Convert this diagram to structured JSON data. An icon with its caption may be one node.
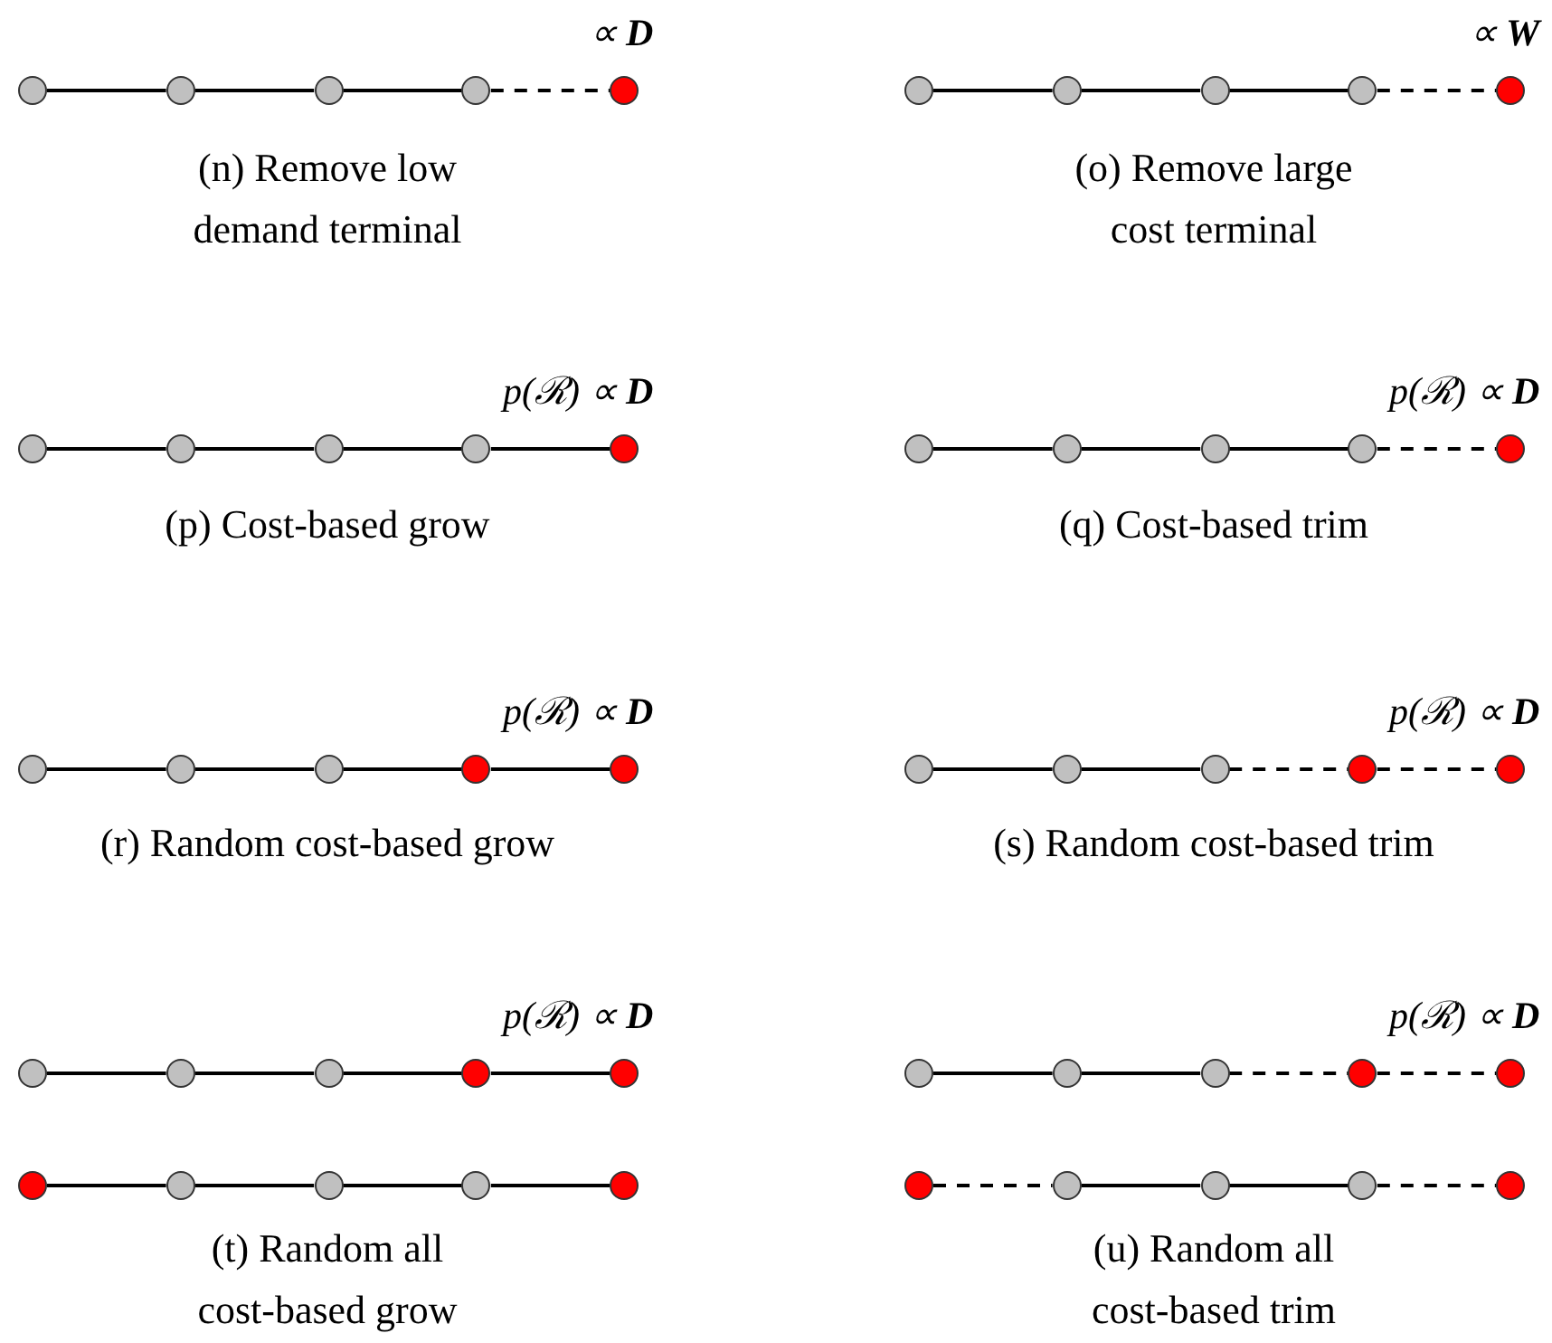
{
  "diagram": {
    "nodes": [
      {
        "text": [],
        "shape": "circle"
      },
      {
        "text": [],
        "shape": "circle"
      },
      {
        "text": [],
        "shape": "circle"
      },
      {
        "text": [],
        "shape": "circle"
      },
      {
        "text": [],
        "shape": "circle",
        "beside": [
          "∝ **D**"
        ]
      },
      {
        "text": [],
        "shape": "circle"
      },
      {
        "text": [],
        "shape": "circle"
      },
      {
        "text": [],
        "shape": "circle"
      },
      {
        "text": [],
        "shape": "circle"
      },
      {
        "text": [],
        "shape": "circle",
        "beside": [
          "∝ **W**"
        ]
      },
      {
        "text": [],
        "shape": "circle"
      },
      {
        "text": [],
        "shape": "circle"
      },
      {
        "text": [],
        "shape": "circle"
      },
      {
        "text": [],
        "shape": "circle"
      },
      {
        "text": [],
        "shape": "circle",
        "beside": [
          "p(ℛ) ∝ **D**"
        ]
      },
      {
        "text": [],
        "shape": "circle"
      },
      {
        "text": [],
        "shape": "circle"
      },
      {
        "text": [],
        "shape": "circle"
      },
      {
        "text": [],
        "shape": "circle"
      },
      {
        "text": [],
        "shape": "circle",
        "beside": [
          "p(ℛ) ∝ **D**"
        ]
      },
      {
        "text": [],
        "shape": "circle"
      },
      {
        "text": [],
        "shape": "circle"
      },
      {
        "text": [],
        "shape": "circle"
      },
      {
        "text": [],
        "shape": "circle"
      },
      {
        "text": [],
        "shape": "circle",
        "beside": [
          "p(ℛ) ∝ **D**"
        ]
      },
      {
        "text": [],
        "shape": "circle"
      },
      {
        "text": [],
        "shape": "circle"
      },
      {
        "text": [],
        "shape": "circle"
      },
      {
        "text": [],
        "shape": "circle"
      },
      {
        "text": [],
        "shape": "circle",
        "beside": [
          "p(ℛ) ∝ **D**"
        ]
      },
      {
        "text": [],
        "shape": "circle"
      },
      {
        "text": [],
        "shape": "circle"
      },
      {
        "text": [],
        "shape": "circle"
      },
      {
        "text": [],
        "shape": "circle"
      },
      {
        "text": [],
        "shape": "circle",
        "beside": [
          "p(ℛ) ∝ **D**"
        ]
      },
      {
        "text": [],
        "shape": "circle"
      },
      {
        "text": [],
        "shape": "circle"
      },
      {
        "text": [],
        "shape": "circle"
      },
      {
        "text": [],
        "shape": "circle"
      },
      {
        "text": [],
        "shape": "circle",
        "beside": [
          "p(ℛ) ∝ **D**"
        ]
      },
      {
        "text": [],
        "shape": "circle"
      },
      {
        "text": [],
        "shape": "circle"
      },
      {
        "text": [],
        "shape": "circle"
      },
      {
        "text": [],
        "shape": "circle"
      },
      {
        "text": [],
        "shape": "circle"
      },
      {
        "text": [],
        "shape": "circle"
      },
      {
        "text": [],
        "shape": "circle"
      },
      {
        "text": [],
        "shape": "circle"
      },
      {
        "text": [],
        "shape": "circle"
      },
      {
        "text": [],
        "shape": "circle"
      }
    ],
    "edges": [
      {
        "from": 0,
        "to": 1,
        "arrow": "none"
      },
      {
        "from": 1,
        "to": 2,
        "arrow": "none"
      },
      {
        "from": 2,
        "to": 3,
        "arrow": "none"
      },
      {
        "from": 3,
        "to": 4,
        "arrow": "none",
        "style": "dashed"
      },
      {
        "from": 5,
        "to": 6,
        "arrow": "none"
      },
      {
        "from": 6,
        "to": 7,
        "arrow": "none"
      },
      {
        "from": 7,
        "to": 8,
        "arrow": "none"
      },
      {
        "from": 8,
        "to": 9,
        "arrow": "none",
        "style": "dashed"
      },
      {
        "from": 10,
        "to": 11,
        "arrow": "none"
      },
      {
        "from": 11,
        "to": 12,
        "arrow": "none"
      },
      {
        "from": 12,
        "to": 13,
        "arrow": "none"
      },
      {
        "from": 13,
        "to": 14,
        "arrow": "none"
      },
      {
        "from": 15,
        "to": 16,
        "arrow": "none"
      },
      {
        "from": 16,
        "to": 17,
        "arrow": "none"
      },
      {
        "from": 17,
        "to": 18,
        "arrow": "none"
      },
      {
        "from": 18,
        "to": 19,
        "arrow": "none",
        "style": "dashed"
      },
      {
        "from": 20,
        "to": 21,
        "arrow": "none"
      },
      {
        "from": 21,
        "to": 22,
        "arrow": "none"
      },
      {
        "from": 22,
        "to": 23,
        "arrow": "none"
      },
      {
        "from": 23,
        "to": 24,
        "arrow": "none"
      },
      {
        "from": 25,
        "to": 26,
        "arrow": "none"
      },
      {
        "from": 26,
        "to": 27,
        "arrow": "none"
      },
      {
        "from": 27,
        "to": 28,
        "arrow": "none",
        "style": "dashed"
      },
      {
        "from": 28,
        "to": 29,
        "arrow": "none",
        "style": "dashed"
      },
      {
        "from": 30,
        "to": 31,
        "arrow": "none"
      },
      {
        "from": 31,
        "to": 32,
        "arrow": "none"
      },
      {
        "from": 32,
        "to": 33,
        "arrow": "none"
      },
      {
        "from": 33,
        "to": 34,
        "arrow": "none"
      },
      {
        "from": 35,
        "to": 36,
        "arrow": "none"
      },
      {
        "from": 36,
        "to": 37,
        "arrow": "none"
      },
      {
        "from": 37,
        "to": 38,
        "arrow": "none",
        "style": "dashed"
      },
      {
        "from": 38,
        "to": 39,
        "arrow": "none",
        "style": "dashed"
      },
      {
        "from": 40,
        "to": 41,
        "arrow": "none"
      },
      {
        "from": 41,
        "to": 42,
        "arrow": "none"
      },
      {
        "from": 42,
        "to": 43,
        "arrow": "none"
      },
      {
        "from": 43,
        "to": 44,
        "arrow": "none"
      },
      {
        "from": 45,
        "to": 46,
        "arrow": "none",
        "style": "dashed"
      },
      {
        "from": 46,
        "to": 47,
        "arrow": "none"
      },
      {
        "from": 47,
        "to": 48,
        "arrow": "none"
      },
      {
        "from": 48,
        "to": 49,
        "arrow": "none",
        "style": "dashed"
      }
    ],
    "labels": [
      "(n) Remove low demand terminal",
      "(o) Remove large cost terminal",
      "(p) Cost-based grow",
      "(q) Cost-based trim",
      "(r) Random cost-based grow",
      "(s) Random cost-based trim",
      "(t) Random all cost-based grow",
      "(u) Random all cost-based trim"
    ]
  }
}
